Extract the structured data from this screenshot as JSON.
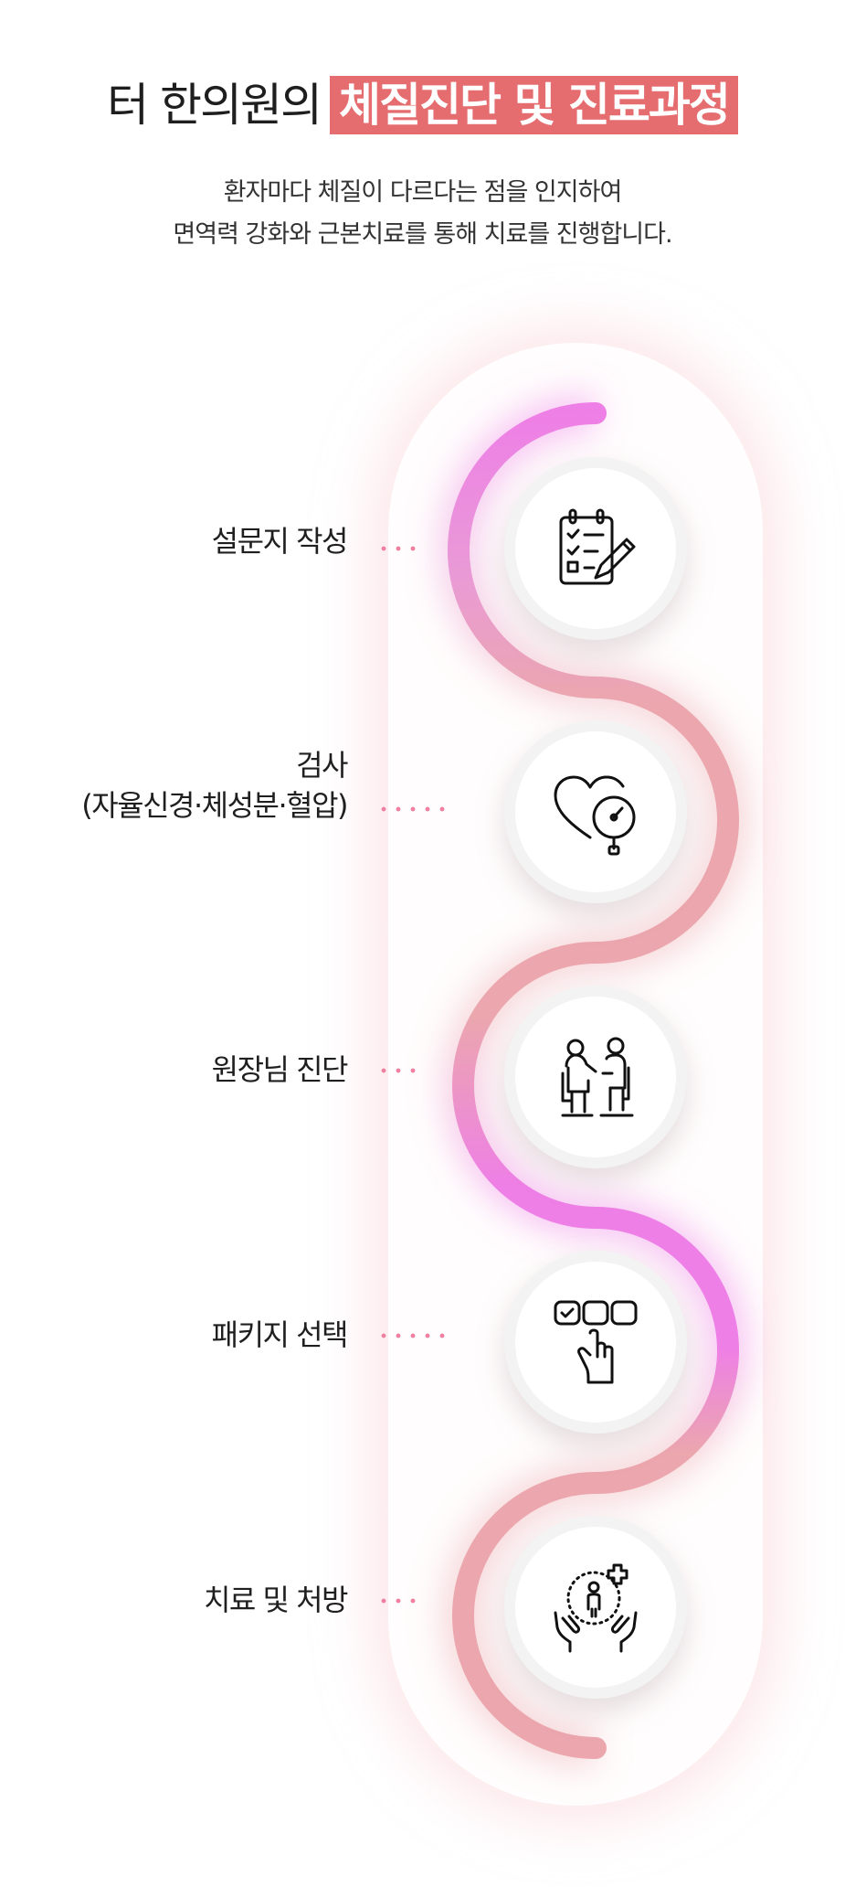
{
  "header": {
    "title_prefix": "터 한의원의",
    "title_highlight": "체질진단 및 진료과정",
    "subtitle_line1": "환자마다 체질이 다르다는 점을 인지하여",
    "subtitle_line2": "면역력 강화와 근본치료를 통해 치료를 진행합니다."
  },
  "steps": [
    {
      "label": "설문지 작성",
      "sub": "",
      "icon": "checklist-clipboard-icon"
    },
    {
      "label": "검사",
      "sub": "(자율신경·체성분·혈압)",
      "icon": "heart-gauge-icon"
    },
    {
      "label": "원장님 진단",
      "sub": "",
      "icon": "doctor-consultation-icon"
    },
    {
      "label": "패키지 선택",
      "sub": "",
      "icon": "hand-select-icon"
    },
    {
      "label": "치료 및 처방",
      "sub": "",
      "icon": "care-hands-icon"
    }
  ],
  "colors": {
    "highlight": "#e56c6f",
    "dots": "#f07fa0",
    "wave_pink": "#ee7fe6",
    "wave_rose": "#eba7ad"
  }
}
